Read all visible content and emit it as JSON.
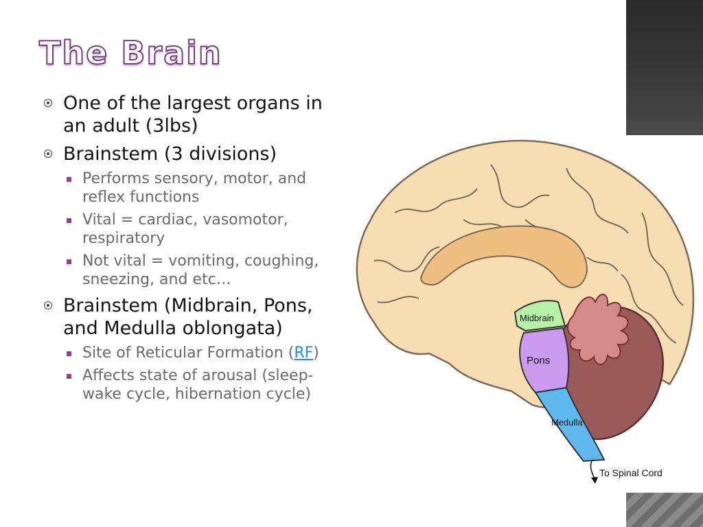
{
  "slide": {
    "title": "The Brain",
    "bullets": [
      {
        "text": "One of the largest organs in an adult (3lbs)"
      },
      {
        "text": "Brainstem (3 divisions)",
        "sub": [
          "Performs sensory, motor, and reflex functions",
          "Vital = cardiac, vasomotor, respiratory",
          "Not vital = vomiting, coughing, sneezing, and etc…"
        ]
      },
      {
        "text": "Brainstem (Midbrain, Pons, and Medulla oblongata)",
        "sub": [
          "Site of Reticular Formation (RF)",
          "Affects state of arousal (sleep-wake cycle, hibernation cycle)"
        ]
      }
    ],
    "rf": {
      "open": "(",
      "link": "RF",
      "close": ")"
    }
  },
  "diagram": {
    "labels": {
      "midbrain": "Midbrain",
      "pons": "Pons",
      "medulla": "Medulla",
      "spinal_cord": "To Spinal Cord"
    },
    "colors": {
      "cerebrum": "#f6ddb2",
      "corpus_callosum": "#efbf82",
      "midbrain": "#b5f2a8",
      "pons": "#c99aee",
      "medulla": "#5fb8ee",
      "cerebellum": "#9b5a5a",
      "arbor": "#d38a8a"
    }
  }
}
